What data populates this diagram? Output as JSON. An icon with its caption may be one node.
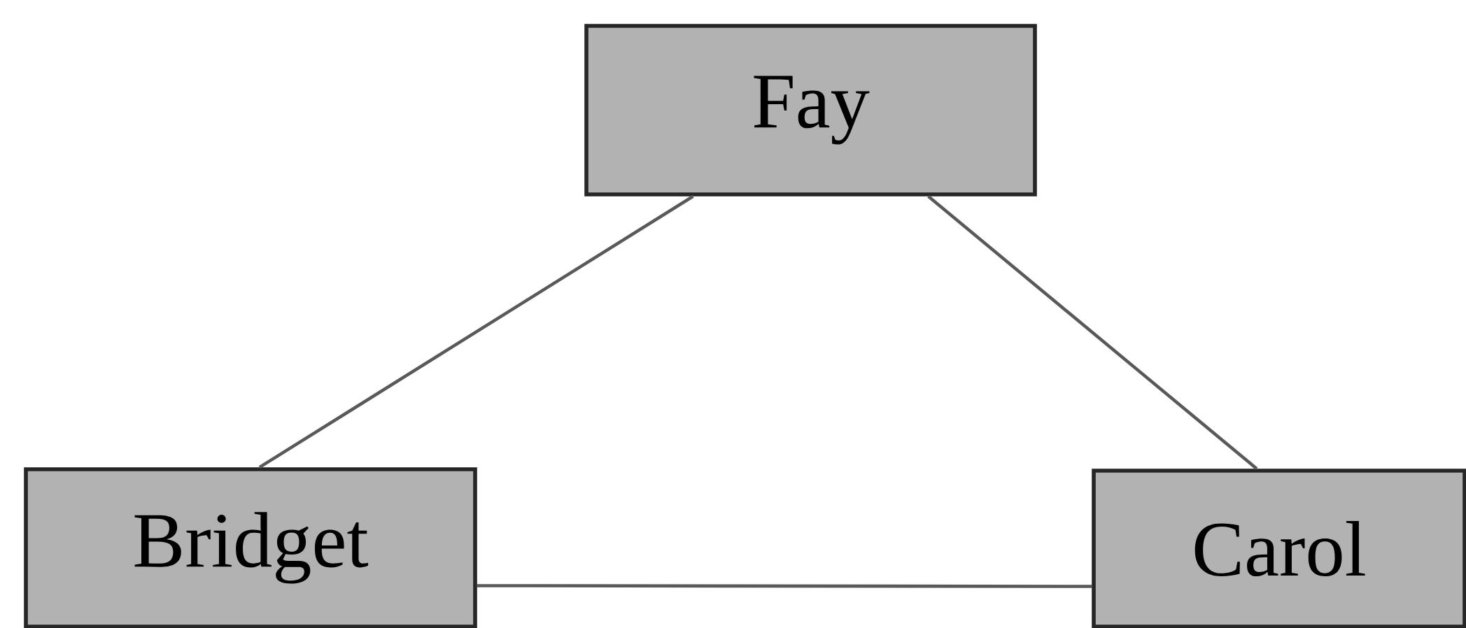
{
  "diagram": {
    "nodes": [
      {
        "text": [
          "Fay"
        ]
      },
      {
        "text": [
          "Bridget"
        ]
      },
      {
        "text": [
          "Carol"
        ]
      }
    ],
    "edges": [
      {
        "from": 0,
        "to": 1,
        "arrow": "none"
      },
      {
        "from": 0,
        "to": 2,
        "arrow": "none"
      },
      {
        "from": 1,
        "to": 2,
        "arrow": "none"
      }
    ]
  }
}
